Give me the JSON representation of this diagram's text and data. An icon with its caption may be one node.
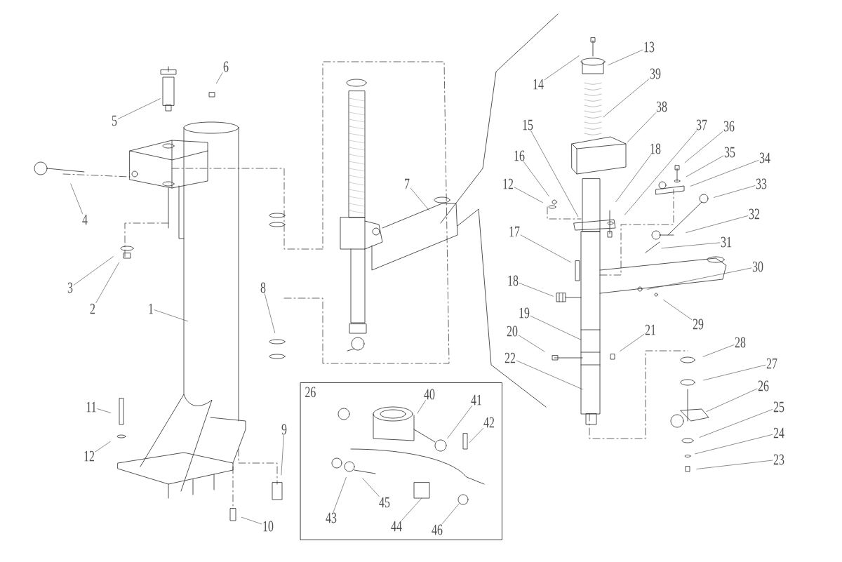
{
  "diagram": {
    "nodes": [
      {
        "text": [
          "1"
        ]
      },
      {
        "text": [
          "2"
        ]
      },
      {
        "text": [
          "3"
        ]
      },
      {
        "text": [
          "4"
        ]
      },
      {
        "text": [
          "5"
        ]
      },
      {
        "text": [
          "6"
        ]
      },
      {
        "text": [
          "11"
        ]
      },
      {
        "text": [
          "12"
        ]
      },
      {
        "text": [
          "9"
        ]
      },
      {
        "text": [
          "10"
        ]
      },
      {
        "text": [
          "8"
        ]
      },
      {
        "text": [
          "7"
        ]
      },
      {
        "text": [
          "14"
        ]
      },
      {
        "text": [
          "13"
        ]
      },
      {
        "text": [
          "39"
        ]
      },
      {
        "text": [
          "38"
        ]
      },
      {
        "text": [
          "15"
        ]
      },
      {
        "text": [
          "16"
        ]
      },
      {
        "text": [
          "12"
        ]
      },
      {
        "text": [
          "18"
        ]
      },
      {
        "text": [
          "37"
        ]
      },
      {
        "text": [
          "36"
        ]
      },
      {
        "text": [
          "35"
        ]
      },
      {
        "text": [
          "34"
        ]
      },
      {
        "text": [
          "33"
        ]
      },
      {
        "text": [
          "32"
        ]
      },
      {
        "text": [
          "31"
        ]
      },
      {
        "text": [
          "17"
        ]
      },
      {
        "text": [
          "18"
        ]
      },
      {
        "text": [
          "30"
        ]
      },
      {
        "text": [
          "29"
        ]
      },
      {
        "text": [
          "19"
        ]
      },
      {
        "text": [
          "20"
        ]
      },
      {
        "text": [
          "21"
        ]
      },
      {
        "text": [
          "22"
        ]
      },
      {
        "text": [
          "28"
        ]
      },
      {
        "text": [
          "27"
        ]
      },
      {
        "text": [
          "26"
        ]
      },
      {
        "text": [
          "25"
        ]
      },
      {
        "text": [
          "24"
        ]
      },
      {
        "text": [
          "23"
        ]
      },
      {
        "text": [
          "26"
        ]
      },
      {
        "text": [
          "40"
        ],
        "in": 41
      },
      {
        "text": [
          "41"
        ],
        "in": 41
      },
      {
        "text": [
          "42"
        ],
        "in": 41
      },
      {
        "text": [
          "43"
        ],
        "in": 41
      },
      {
        "text": [
          "45"
        ],
        "in": 41
      },
      {
        "text": [
          "44"
        ],
        "in": 41
      },
      {
        "text": [
          "46"
        ],
        "in": 41
      }
    ],
    "edges": [
      {
        "from": 0,
        "to": null,
        "arrow": "none"
      },
      {
        "from": 1,
        "to": null,
        "arrow": "none"
      },
      {
        "from": 2,
        "to": null,
        "arrow": "none"
      },
      {
        "from": 3,
        "to": null,
        "arrow": "none"
      },
      {
        "from": 4,
        "to": null,
        "arrow": "none"
      },
      {
        "from": 5,
        "to": null,
        "arrow": "none"
      },
      {
        "from": 6,
        "to": null,
        "arrow": "none"
      },
      {
        "from": 7,
        "to": null,
        "arrow": "none"
      },
      {
        "from": 8,
        "to": null,
        "arrow": "none"
      },
      {
        "from": 9,
        "to": null,
        "arrow": "none"
      },
      {
        "from": 10,
        "to": null,
        "arrow": "none"
      },
      {
        "from": 11,
        "to": null,
        "arrow": "none"
      },
      {
        "from": 12,
        "to": null,
        "arrow": "none"
      },
      {
        "from": 13,
        "to": null,
        "arrow": "none"
      },
      {
        "from": 14,
        "to": null,
        "arrow": "none"
      },
      {
        "from": 15,
        "to": null,
        "arrow": "none"
      },
      {
        "from": 16,
        "to": null,
        "arrow": "none"
      },
      {
        "from": 17,
        "to": null,
        "arrow": "none"
      },
      {
        "from": 18,
        "to": null,
        "arrow": "none"
      },
      {
        "from": 19,
        "to": null,
        "arrow": "none"
      },
      {
        "from": 20,
        "to": null,
        "arrow": "none"
      },
      {
        "from": 21,
        "to": null,
        "arrow": "none"
      },
      {
        "from": 22,
        "to": null,
        "arrow": "none"
      },
      {
        "from": 23,
        "to": null,
        "arrow": "none"
      },
      {
        "from": 24,
        "to": null,
        "arrow": "none"
      },
      {
        "from": 25,
        "to": null,
        "arrow": "none"
      },
      {
        "from": 26,
        "to": null,
        "arrow": "none"
      },
      {
        "from": 27,
        "to": null,
        "arrow": "none"
      },
      {
        "from": 28,
        "to": null,
        "arrow": "none"
      },
      {
        "from": 29,
        "to": null,
        "arrow": "none"
      },
      {
        "from": 30,
        "to": null,
        "arrow": "none"
      },
      {
        "from": 31,
        "to": null,
        "arrow": "none"
      },
      {
        "from": 32,
        "to": null,
        "arrow": "none"
      },
      {
        "from": 33,
        "to": null,
        "arrow": "none"
      },
      {
        "from": 34,
        "to": null,
        "arrow": "none"
      },
      {
        "from": 35,
        "to": null,
        "arrow": "none"
      },
      {
        "from": 36,
        "to": null,
        "arrow": "none"
      },
      {
        "from": 37,
        "to": null,
        "arrow": "none"
      },
      {
        "from": 38,
        "to": null,
        "arrow": "none"
      },
      {
        "from": 39,
        "to": null,
        "arrow": "none"
      },
      {
        "from": 40,
        "to": null,
        "arrow": "none"
      },
      {
        "from": 42,
        "to": null,
        "arrow": "none"
      },
      {
        "from": 43,
        "to": null,
        "arrow": "none"
      },
      {
        "from": 44,
        "to": null,
        "arrow": "none"
      },
      {
        "from": 45,
        "to": null,
        "arrow": "none"
      },
      {
        "from": 46,
        "to": null,
        "arrow": "none"
      },
      {
        "from": 47,
        "to": null,
        "arrow": "none"
      },
      {
        "from": 48,
        "to": null,
        "arrow": "none"
      }
    ]
  }
}
